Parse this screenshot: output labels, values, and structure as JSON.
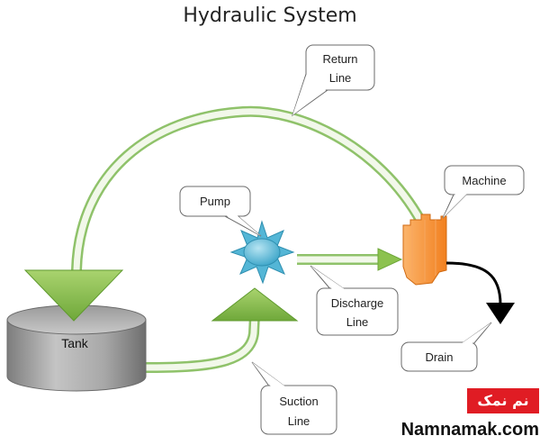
{
  "title": "Hydraulic System",
  "components": {
    "tank": "Tank"
  },
  "callouts": {
    "return_line": [
      "Return",
      "Line"
    ],
    "pump": [
      "Pump"
    ],
    "machine": [
      "Machine"
    ],
    "discharge_line": [
      "Discharge",
      "Line"
    ],
    "drain": [
      "Drain"
    ],
    "suction_line": [
      "Suction",
      "Line"
    ]
  },
  "watermark": {
    "persian": "نم نمک",
    "latin": "Namnamak.com"
  },
  "colors": {
    "pipe_outline": "#8fc26a",
    "pipe_fill": "#f2f8ea",
    "arrow_fill": "#8cc24f",
    "pump_fill": "#54b6d6",
    "machine_fill": "#f7923a",
    "tank_fill": "#a9a9a9",
    "drain_line": "#000000",
    "brand_red": "#e01c24"
  }
}
